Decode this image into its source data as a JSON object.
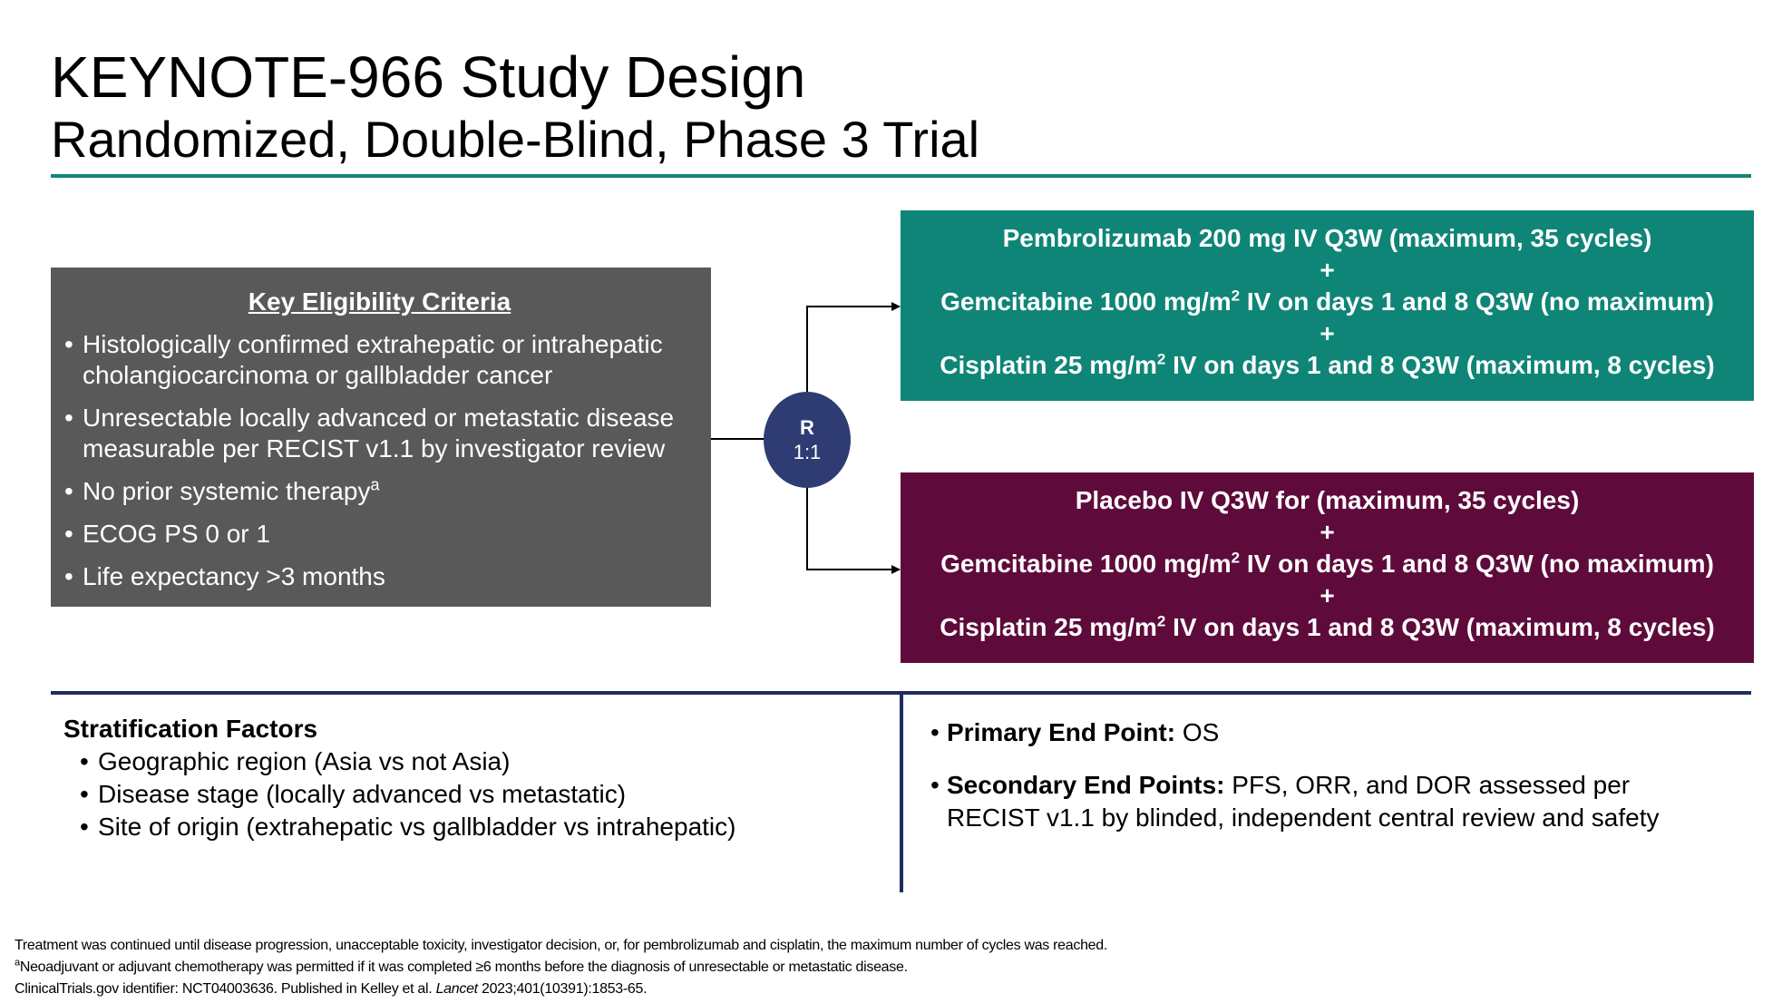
{
  "title": "KEYNOTE-966 Study Design",
  "subtitle": "Randomized, Double-Blind, Phase 3 Trial",
  "eligibility": {
    "heading": "Key Eligibility Criteria",
    "items": [
      {
        "text": "Histologically confirmed extrahepatic or intrahepatic cholangiocarcinoma or gallbladder cancer",
        "sup": ""
      },
      {
        "text": "Unresectable locally advanced or metastatic disease measurable per RECIST v1.1 by investigator review",
        "sup": ""
      },
      {
        "text": "No prior systemic therapy",
        "sup": "a"
      },
      {
        "text": "ECOG PS 0 or 1",
        "sup": ""
      },
      {
        "text": "Life expectancy >3 months",
        "sup": ""
      }
    ]
  },
  "randomization": {
    "label": "R",
    "ratio": "1:1"
  },
  "arms": [
    {
      "drug1": "Pembrolizumab 200 mg IV Q3W (maximum, 35 cycles)",
      "plus": "+",
      "drug2_pre": "Gemcitabine 1000 mg/m",
      "drug2_sup": "2",
      "drug2_post": " IV on days 1 and 8 Q3W (no maximum)",
      "drug3_pre": "Cisplatin 25 mg/m",
      "drug3_sup": "2",
      "drug3_post": " IV on days 1 and 8 Q3W (maximum, 8 cycles)",
      "color": "#0f8577"
    },
    {
      "drug1": "Placebo IV Q3W for (maximum, 35 cycles)",
      "plus": "+",
      "drug2_pre": "Gemcitabine 1000 mg/m",
      "drug2_sup": "2",
      "drug2_post": " IV on days 1 and 8 Q3W (no maximum)",
      "drug3_pre": "Cisplatin 25 mg/m",
      "drug3_sup": "2",
      "drug3_post": " IV on days 1 and 8 Q3W (maximum, 8 cycles)",
      "color": "#5e0b3b"
    }
  ],
  "stratification": {
    "heading": "Stratification Factors",
    "items": [
      "Geographic region (Asia vs not Asia)",
      "Disease stage (locally advanced vs metastatic)",
      "Site of origin (extrahepatic vs gallbladder vs intrahepatic)"
    ]
  },
  "endpoints": {
    "primary_label": "Primary End Point:",
    "primary_value": " OS",
    "secondary_label": "Secondary End Points:",
    "secondary_value": " PFS, ORR, and DOR assessed per RECIST v1.1 by blinded, independent central review and safety"
  },
  "footnotes": {
    "line1": "Treatment was continued until disease progression, unacceptable toxicity, investigator decision, or, for pembrolizumab and cisplatin, the maximum number of cycles was reached.",
    "line2_sup": "a",
    "line2": "Neoadjuvant or adjuvant chemotherapy was permitted if it was completed ≥6 months before the diagnosis of unresectable or metastatic disease.",
    "line3_pre": "ClinicalTrials.gov identifier: NCT04003636. Published in Kelley et al. ",
    "line3_journal": "Lancet",
    "line3_post": " 2023;401(10391):1853-65."
  },
  "colors": {
    "teal": "#0f8577",
    "maroon": "#5e0b3b",
    "navy": "#2e3c73",
    "gray": "#595959"
  }
}
